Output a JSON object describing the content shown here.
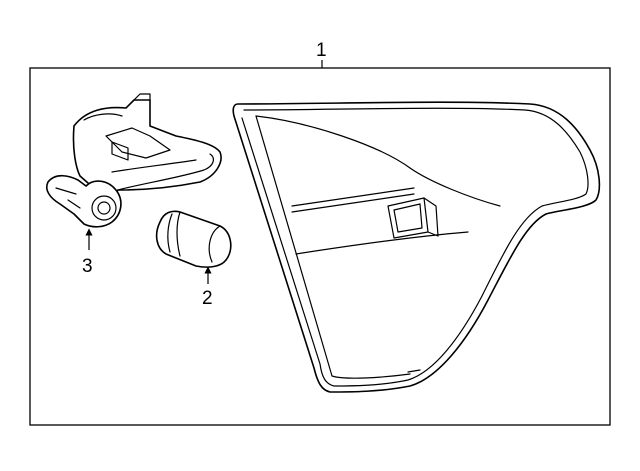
{
  "callouts": {
    "tail_lamp": "1",
    "bulb": "2",
    "socket": "3"
  }
}
